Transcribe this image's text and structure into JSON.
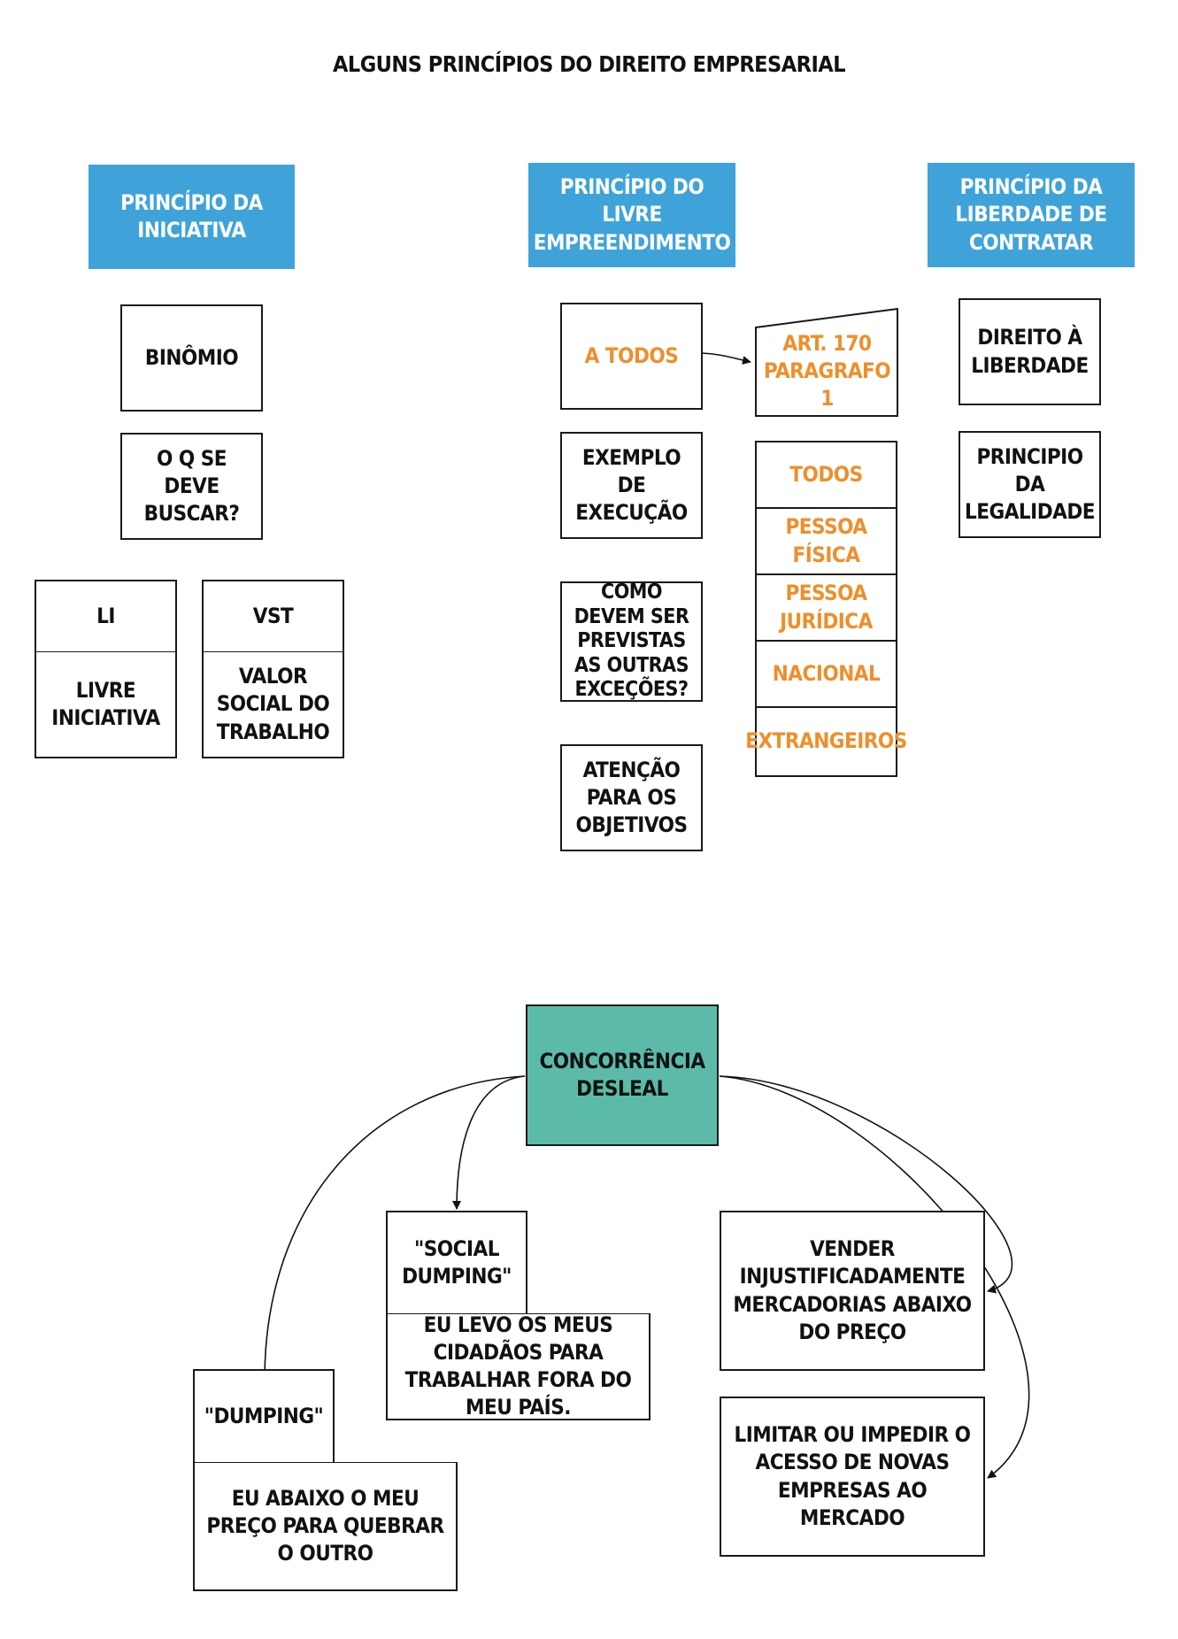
{
  "title": "ALGUNS PRINCÍPIOS DO DIREITO EMPRESARIAL",
  "colors": {
    "header": "#3FA3DA",
    "teal": "#5BBBA8",
    "orange": "#EE8F2B",
    "border": "#1a1a1a"
  },
  "iniciativa": {
    "header": "PRINCÍPIO DA INICIATIVA",
    "binomio": "BINÔMIO",
    "buscar": "O Q SE DEVE BUSCAR?",
    "li": "LI",
    "li_desc": "LIVRE INICIATIVA",
    "vst": "VST",
    "vst_desc": "VALOR SOCIAL DO TRABALHO"
  },
  "livre": {
    "header": "PRINCÍPIO DO LIVRE EMPREENDIMENTO",
    "a_todos": "A TODOS",
    "art": "ART. 170 PARAGRAFO 1",
    "exemplo": "EXEMPLO DE EXECUÇÃO",
    "como": "COMO DEVEM SER PREVISTAS AS OUTRAS EXCEÇÕES?",
    "atencao": "ATENÇÃO PARA OS OBJETIVOS",
    "list": [
      "TODOS",
      "PESSOA FÍSICA",
      "PESSOA JURÍDICA",
      "NACIONAL",
      "EXTRANGEIROS"
    ]
  },
  "contratar": {
    "header": "PRINCÍPIO DA LIBERDADE DE CONTRATAR",
    "direito": "DIREITO À LIBERDADE",
    "legalidade": "PRINCIPIO DA LEGALIDADE"
  },
  "concorrencia": {
    "title": "CONCORRÊNCIA DESLEAL",
    "social": "\"SOCIAL DUMPING\"",
    "social_desc": "EU LEVO OS MEUS CIDADÃOS PARA TRABALHAR FORA DO MEU PAÍS.",
    "dumping": "\"DUMPING\"",
    "dumping_desc": "EU ABAIXO O MEU PREÇO PARA QUEBRAR O OUTRO",
    "vender": "VENDER INJUSTIFICADAMENTE MERCADORIAS ABAIXO DO PREÇO",
    "limitar": "LIMITAR OU IMPEDIR O ACESSO DE NOVAS EMPRESAS AO MERCADO"
  }
}
